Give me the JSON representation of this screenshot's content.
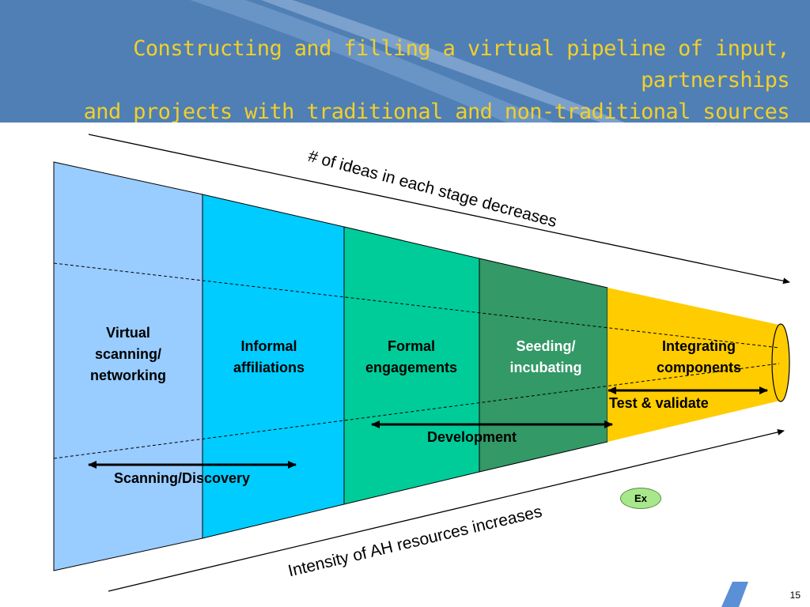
{
  "slide": {
    "title_line1": "Constructing and filling a virtual pipeline of input, partnerships",
    "title_line2": "and projects with traditional and non-traditional sources",
    "page_number": "15"
  },
  "pipeline": {
    "stages": [
      {
        "label": "Virtual scanning/ networking",
        "color": "#99ccff"
      },
      {
        "label": "Informal affiliations",
        "color": "#00ccff"
      },
      {
        "label": "Formal engagements",
        "color": "#00cc99"
      },
      {
        "label": "Seeding/ incubating",
        "color": "#339966"
      },
      {
        "label": "Integrating components",
        "color": "#ffcc00"
      }
    ],
    "top_trend": "# of ideas in each stage decreases",
    "bottom_trend": "Intensity of AH resources increases",
    "ranges": {
      "scanning": "Scanning/Discovery",
      "development": "Development",
      "test": "Test & validate"
    },
    "badge": "Ex"
  },
  "colors": {
    "header_bg": "#4f7fb5",
    "title_text": "#f2cf2a",
    "seeding_text": "#ffffff"
  }
}
